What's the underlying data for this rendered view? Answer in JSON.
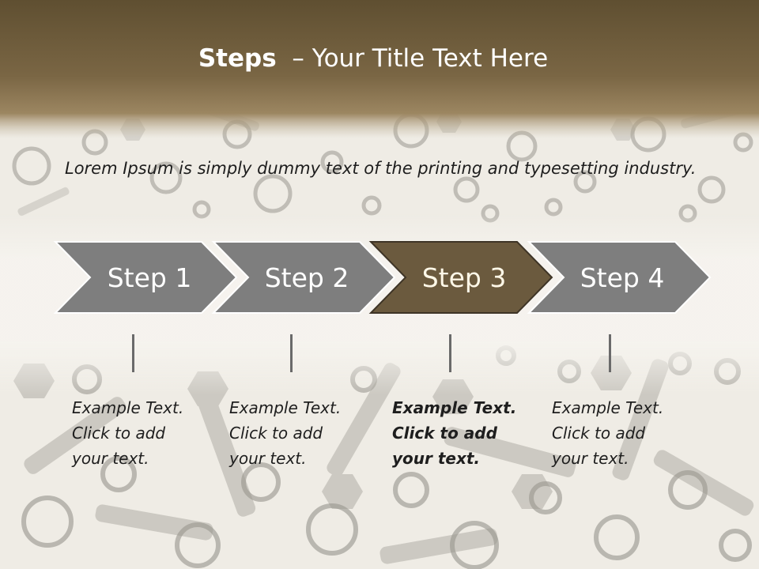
{
  "slide": {
    "title_strong": "Steps",
    "title_rest": "– Your Title Text Here",
    "intro": "Lorem Ipsum is simply dummy text of the printing and typesetting industry."
  },
  "steps": [
    {
      "label": "Step 1",
      "active": false,
      "note": [
        "Example Text.",
        "Click  to add",
        "your text."
      ]
    },
    {
      "label": "Step 2",
      "active": false,
      "note": [
        "Example Text.",
        "Click  to add",
        "your text."
      ]
    },
    {
      "label": "Step 3",
      "active": true,
      "note": [
        "Example Text.",
        "Click  to add",
        "your text."
      ]
    },
    {
      "label": "Step 4",
      "active": false,
      "note": [
        "Example Text.",
        "Click  to add",
        "your text."
      ]
    }
  ],
  "colors": {
    "header_brown": "#6b5838",
    "step_gray": "#7e7e7e",
    "step_active": "#6b5a3e",
    "background": "#f3f1ec"
  },
  "icons": {
    "background": "bolts-and-nuts-photo"
  }
}
